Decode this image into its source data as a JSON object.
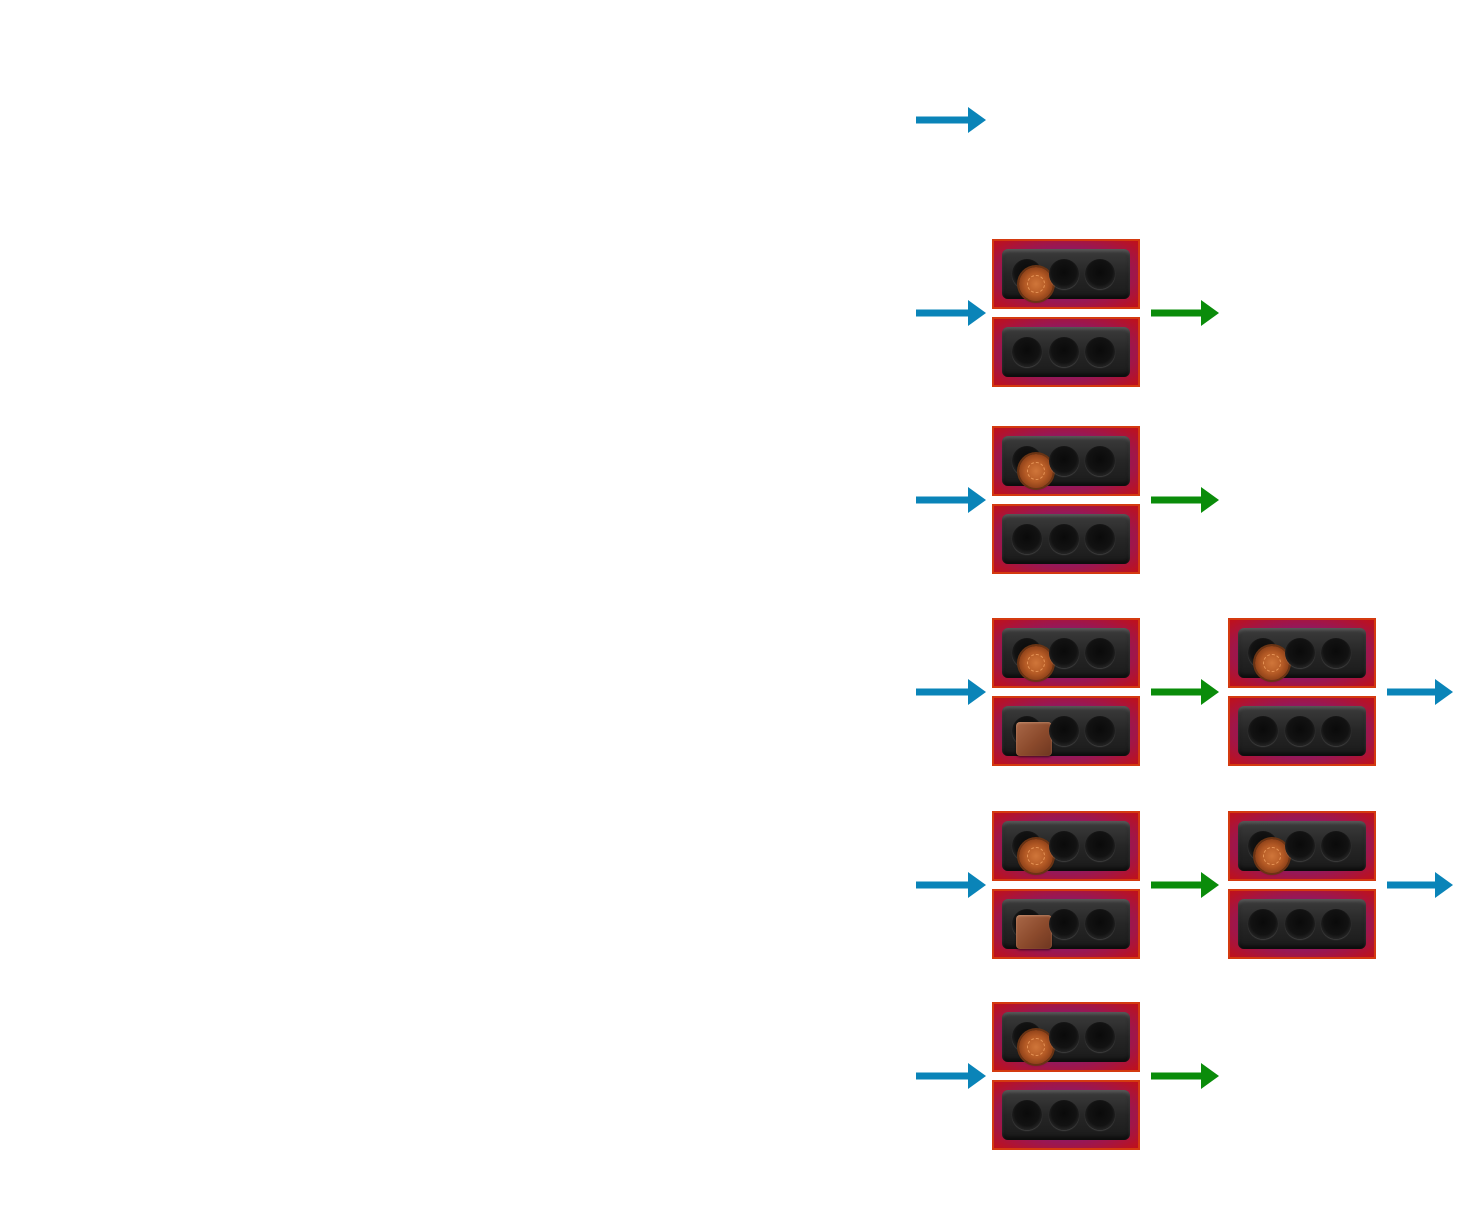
{
  "colors": {
    "input_arrow": "#0a84b8",
    "transition_arrow": "#0a8c0a",
    "box_border": "#d43a10",
    "tray": "#2a2a2a"
  },
  "icons": {
    "input_arrow": "arrow-right-icon",
    "transition_arrow": "arrow-right-icon",
    "round_chocolate": "round-chocolate-icon",
    "square_chocolate": "square-chocolate-icon"
  },
  "rows": [
    {
      "stages": []
    },
    {
      "stages": [
        {
          "top_box": [
            "round",
            "empty",
            "empty"
          ],
          "bottom_box": [
            "empty",
            "empty",
            "empty"
          ]
        }
      ]
    },
    {
      "stages": [
        {
          "top_box": [
            "round",
            "empty",
            "empty"
          ],
          "bottom_box": [
            "empty",
            "empty",
            "empty"
          ]
        }
      ]
    },
    {
      "stages": [
        {
          "top_box": [
            "round",
            "empty",
            "empty"
          ],
          "bottom_box": [
            "square",
            "empty",
            "empty"
          ]
        },
        {
          "top_box": [
            "round",
            "empty",
            "empty"
          ],
          "bottom_box": [
            "empty",
            "empty",
            "empty"
          ]
        }
      ]
    },
    {
      "stages": [
        {
          "top_box": [
            "round",
            "empty",
            "empty"
          ],
          "bottom_box": [
            "square",
            "empty",
            "empty"
          ]
        },
        {
          "top_box": [
            "round",
            "empty",
            "empty"
          ],
          "bottom_box": [
            "empty",
            "empty",
            "empty"
          ]
        }
      ]
    },
    {
      "stages": [
        {
          "top_box": [
            "round",
            "empty",
            "empty"
          ],
          "bottom_box": [
            "empty",
            "empty",
            "empty"
          ]
        }
      ]
    }
  ]
}
